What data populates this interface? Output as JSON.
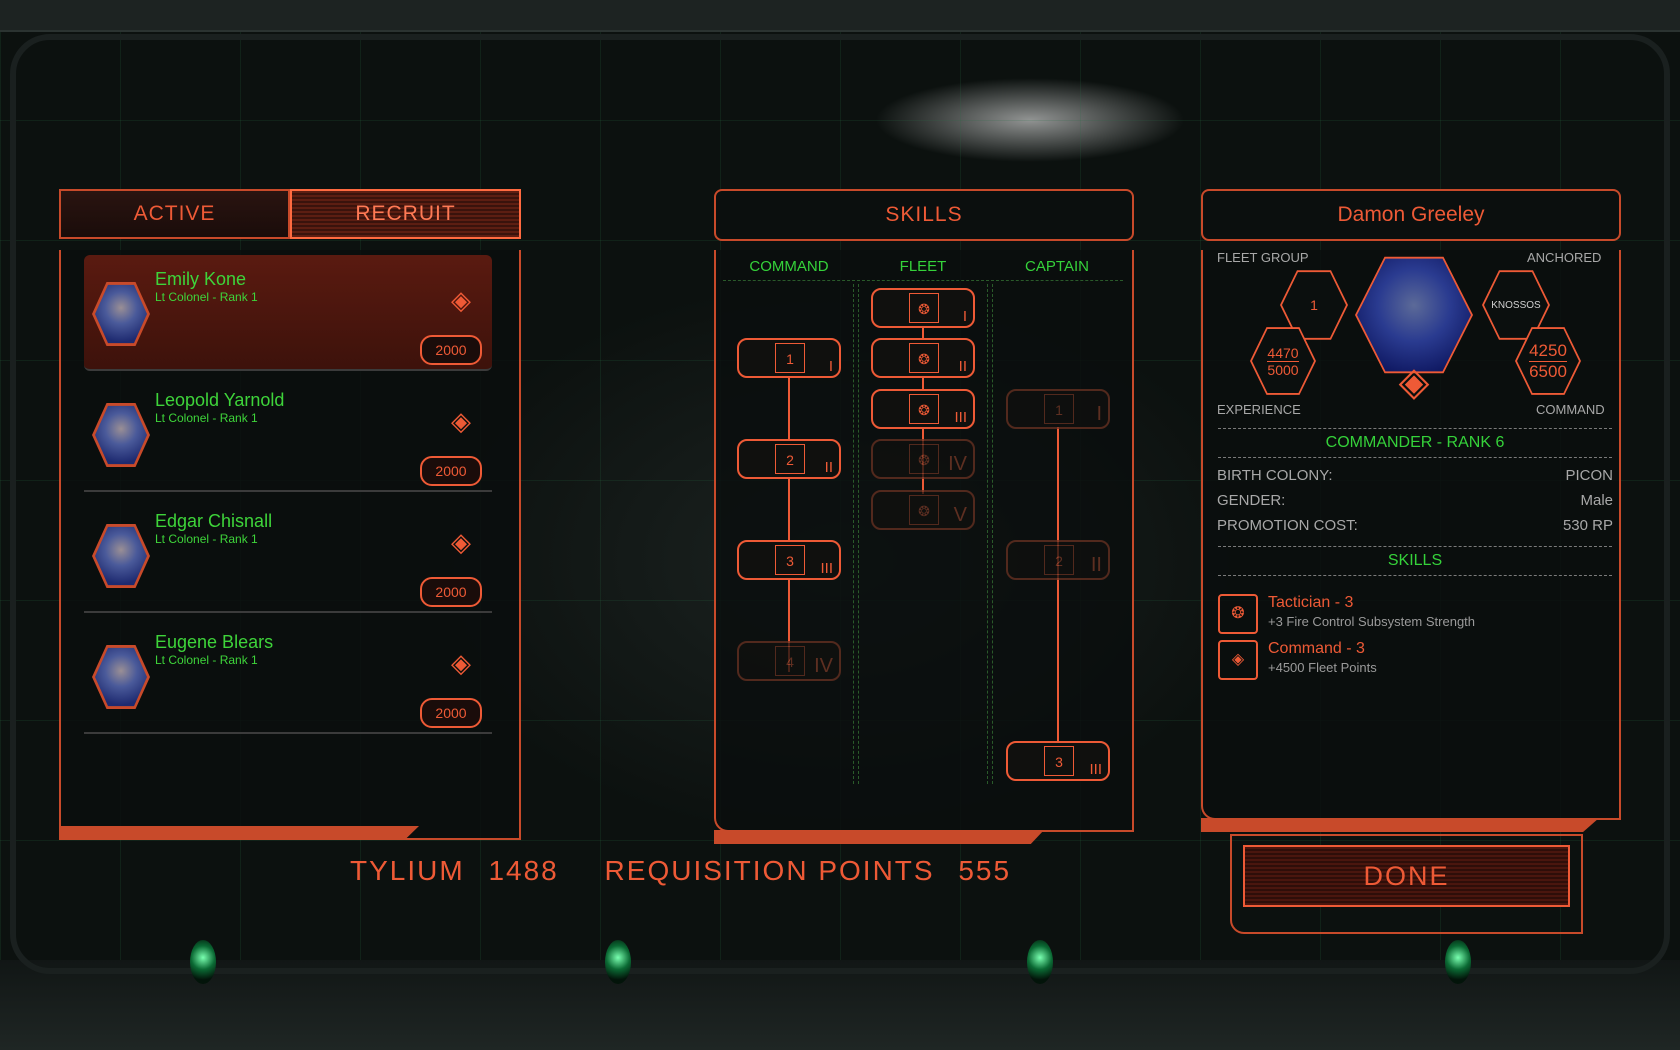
{
  "tabs": {
    "active": "ACTIVE",
    "recruit": "RECRUIT"
  },
  "recruits": [
    {
      "name": "Emily Kone",
      "rank": "Lt Colonel - Rank 1",
      "cost": "2000",
      "selected": true
    },
    {
      "name": "Leopold Yarnold",
      "rank": "Lt Colonel - Rank 1",
      "cost": "2000",
      "selected": false
    },
    {
      "name": "Edgar Chisnall",
      "rank": "Lt Colonel - Rank 1",
      "cost": "2000",
      "selected": false
    },
    {
      "name": "Eugene Blears",
      "rank": "Lt Colonel - Rank 1",
      "cost": "2000",
      "selected": false
    }
  ],
  "skills": {
    "title": "SKILLS",
    "columns": [
      "COMMAND",
      "FLEET",
      "CAPTAIN"
    ],
    "command_nodes": [
      {
        "glyph": "1",
        "numeral": "I",
        "unlocked": true
      },
      {
        "glyph": "2",
        "numeral": "II",
        "unlocked": true
      },
      {
        "glyph": "3",
        "numeral": "III",
        "unlocked": true
      },
      {
        "glyph": "4",
        "numeral": "IV",
        "unlocked": false
      }
    ],
    "fleet_nodes": [
      {
        "numeral": "I",
        "unlocked": true
      },
      {
        "numeral": "II",
        "unlocked": true
      },
      {
        "numeral": "III",
        "unlocked": true
      },
      {
        "numeral": "IV",
        "unlocked": false
      },
      {
        "numeral": "V",
        "unlocked": false
      }
    ],
    "captain_nodes": [
      {
        "glyph": "1",
        "numeral": "I",
        "unlocked": false
      },
      {
        "glyph": "2",
        "numeral": "II",
        "unlocked": false
      },
      {
        "glyph": "3",
        "numeral": "III",
        "unlocked": true
      }
    ]
  },
  "commander": {
    "name": "Damon Greeley",
    "labels": {
      "fleet_group": "FLEET GROUP",
      "anchored": "ANCHORED",
      "experience": "EXPERIENCE",
      "command": "COMMAND"
    },
    "fleet_group": "1",
    "anchored": "KNOSSOS",
    "experience_current": "4470",
    "experience_max": "5000",
    "command_current": "4250",
    "command_max": "6500",
    "rank_title": "COMMANDER - RANK 6",
    "birth_colony_label": "BIRTH COLONY:",
    "birth_colony": "PICON",
    "gender_label": "GENDER:",
    "gender": "Male",
    "promotion_label": "PROMOTION COST:",
    "promotion_cost": "530 RP",
    "skills_title": "SKILLS",
    "skill_list": [
      {
        "title": "Tactician - 3",
        "desc": "+3 Fire Control Subsystem Strength",
        "icon": "tactician-icon"
      },
      {
        "title": "Command - 3",
        "desc": "+4500 Fleet Points",
        "icon": "command-icon"
      }
    ]
  },
  "footer": {
    "tylium_label": "TYLIUM",
    "tylium": "1488",
    "rp_label": "REQUISITION POINTS",
    "rp": "555",
    "done": "DONE"
  },
  "colors": {
    "accent": "#ee5a36",
    "green": "#35d23a",
    "background": "#0c110f"
  }
}
